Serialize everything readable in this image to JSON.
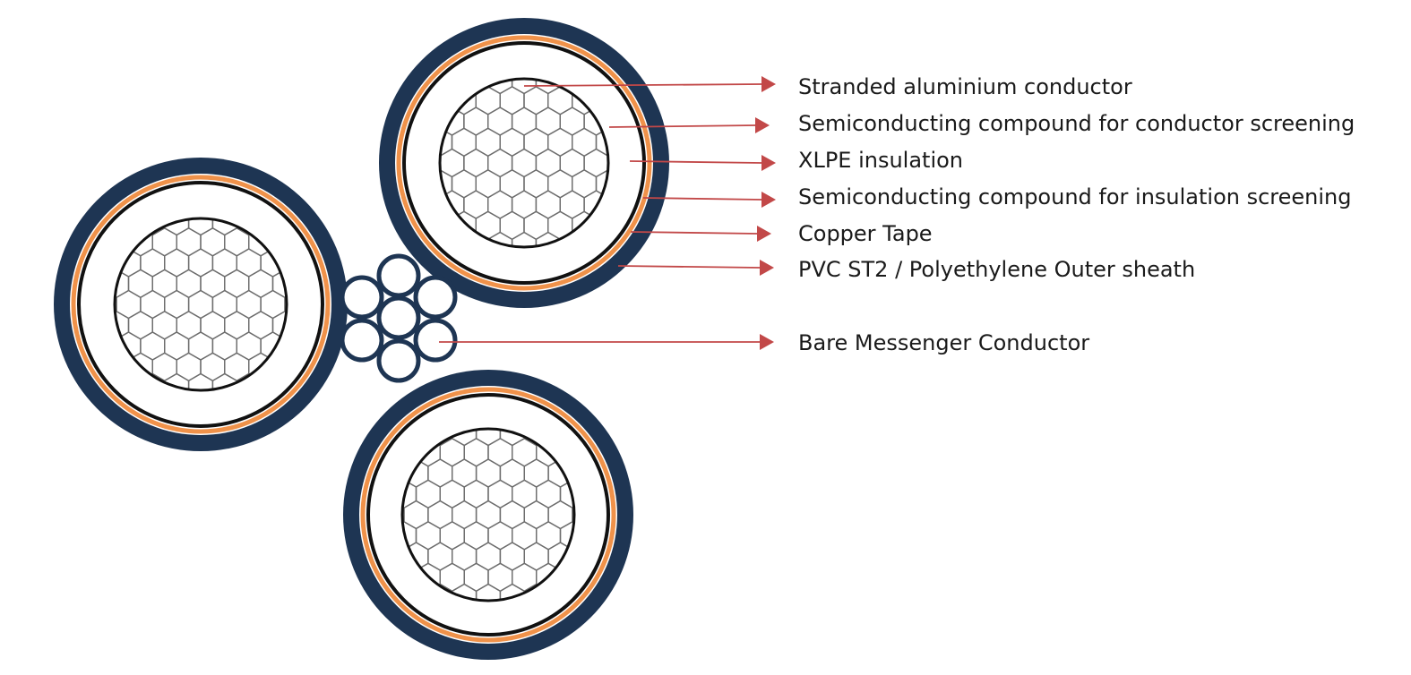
{
  "colors": {
    "sheath": "#1e3553",
    "copper_tape": "#f0924a",
    "screen": "#111111",
    "insulation": "#ffffff",
    "strand_line": "#6d6d6d",
    "messenger": "#1e3553",
    "arrow": "#c24848",
    "text": "#1a1a1a"
  },
  "icons": {
    "arrowhead": "arrow-right-icon"
  },
  "labels": {
    "conductor": "Stranded aluminium conductor",
    "conductor_screen": "Semiconducting compound for conductor screening",
    "insulation": "XLPE insulation",
    "insulation_screen": "Semiconducting compound for insulation screening",
    "copper_tape": "Copper Tape",
    "outer_sheath": "PVC ST2 / Polyethylene Outer sheath",
    "messenger": "Bare Messenger Conductor"
  }
}
